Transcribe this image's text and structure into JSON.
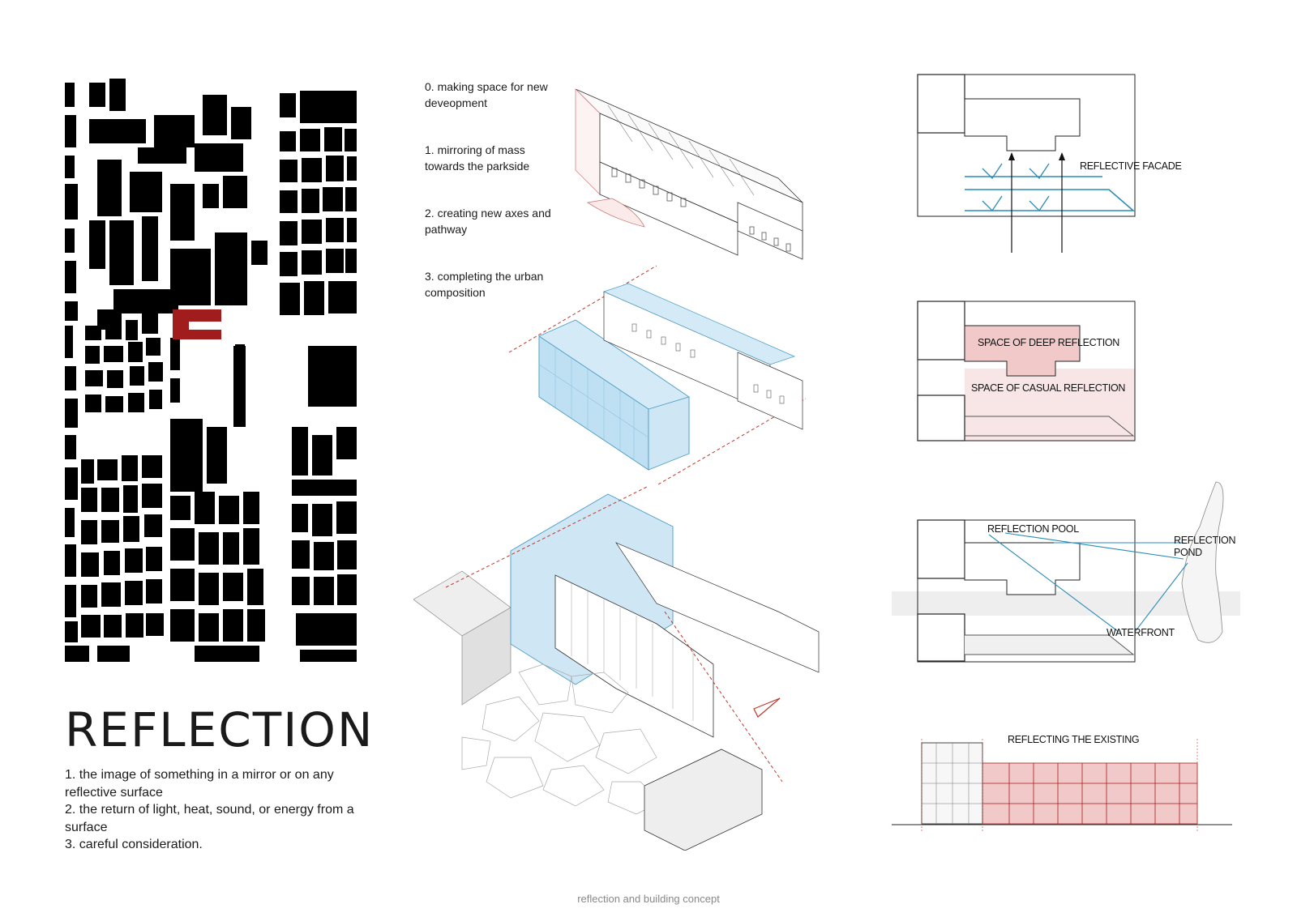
{
  "title": "REFLECTION",
  "definitions": [
    "1. the image of something in a mirror or on any reflective surface",
    "2. the return of light, heat, sound, or energy from a surface",
    "3. careful consideration."
  ],
  "steps": [
    "0. making space for new deveopment",
    "1. mirroring of mass towards the parkside",
    "2. creating new axes and pathway",
    "3. completing the urban composition"
  ],
  "diagrams": {
    "reflective_facade": "REFLECTIVE FACADE",
    "deep_reflection": "SPACE OF DEEP REFLECTION",
    "casual_reflection": "SPACE OF CASUAL REFLECTION",
    "reflection_pool": "REFLECTION POOL",
    "reflection_pond_line1": "REFLECTION",
    "reflection_pond_line2": "POND",
    "waterfront": "WATERFRONT",
    "reflecting_existing": "REFLECTING THE EXISTING"
  },
  "caption": "reflection and building concept",
  "colors": {
    "site_red": "#a11d1d",
    "glass_blue": "#bfe0f2",
    "accent_blue": "#2b8bb5",
    "deep_pink": "#f2c9c9",
    "casual_pink": "#f8e6e6",
    "axis_red": "#c0392b"
  }
}
